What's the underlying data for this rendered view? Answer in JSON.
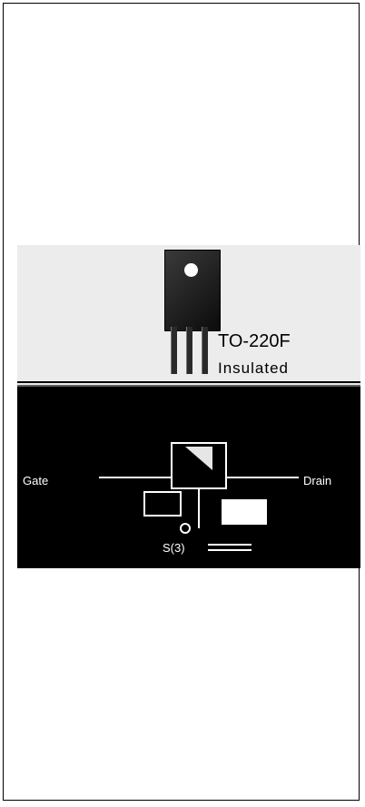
{
  "product": {
    "package_name": "TO-220F",
    "package_subtitle": "Insulated",
    "pins": {
      "gate": "Gate",
      "drain": "Drain",
      "source": "S(3)"
    }
  },
  "colors": {
    "top_background": "#ececec",
    "schematic_background": "#000000",
    "package": "#1a1a1a",
    "lines": "#ffffff"
  }
}
